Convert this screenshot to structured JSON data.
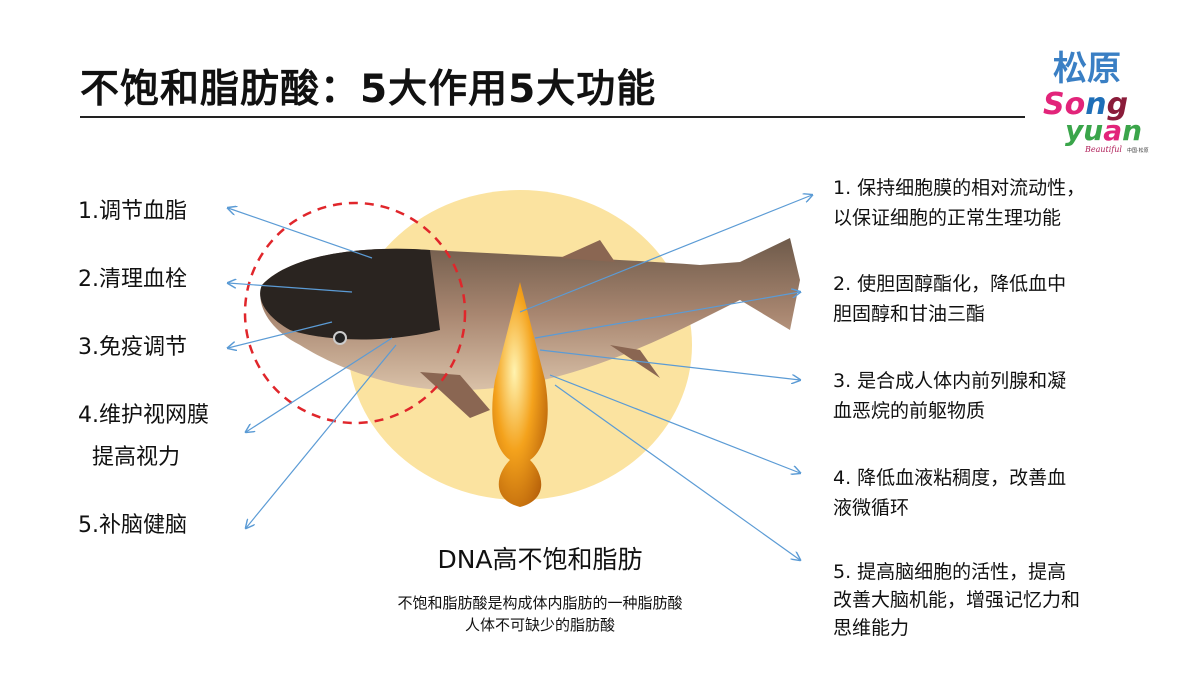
{
  "title": "不饱和脂肪酸：5大作用5大功能",
  "logo": {
    "lines": [
      "松原",
      "Song",
      "yuan"
    ],
    "tagline": "Beautiful",
    "sub": "中国·松原"
  },
  "left_items": [
    "1.调节血脂",
    "2.清理血栓",
    "3.免疫调节",
    "4.维护视网膜",
    "提高视力",
    "5.补脑健脑"
  ],
  "right_items": [
    [
      "1. 保持细胞膜的相对流动性，",
      "以保证细胞的正常生理功能"
    ],
    [
      "2. 使胆固醇酯化，降低血中",
      "胆固醇和甘油三酯"
    ],
    [
      "3. 是合成人体内前列腺和凝",
      "血恶烷的前躯物质"
    ],
    [
      "4. 降低血液粘稠度，改善血",
      "液微循环"
    ],
    [
      "5. 提高脑细胞的活性，提高",
      "改善大脑机能，增强记忆力和",
      "思维能力"
    ]
  ],
  "caption": {
    "heading": "DNA高不饱和脂肪",
    "line1": "不饱和脂肪酸是构成体内脂肪的一种脂肪酸",
    "line2": "人体不可缺少的脂肪酸"
  },
  "colors": {
    "ellipse": "#fbe3a0",
    "dashed_circle": "#e0262b",
    "arrow": "#5b9bd5",
    "oil": "#f0a020"
  }
}
